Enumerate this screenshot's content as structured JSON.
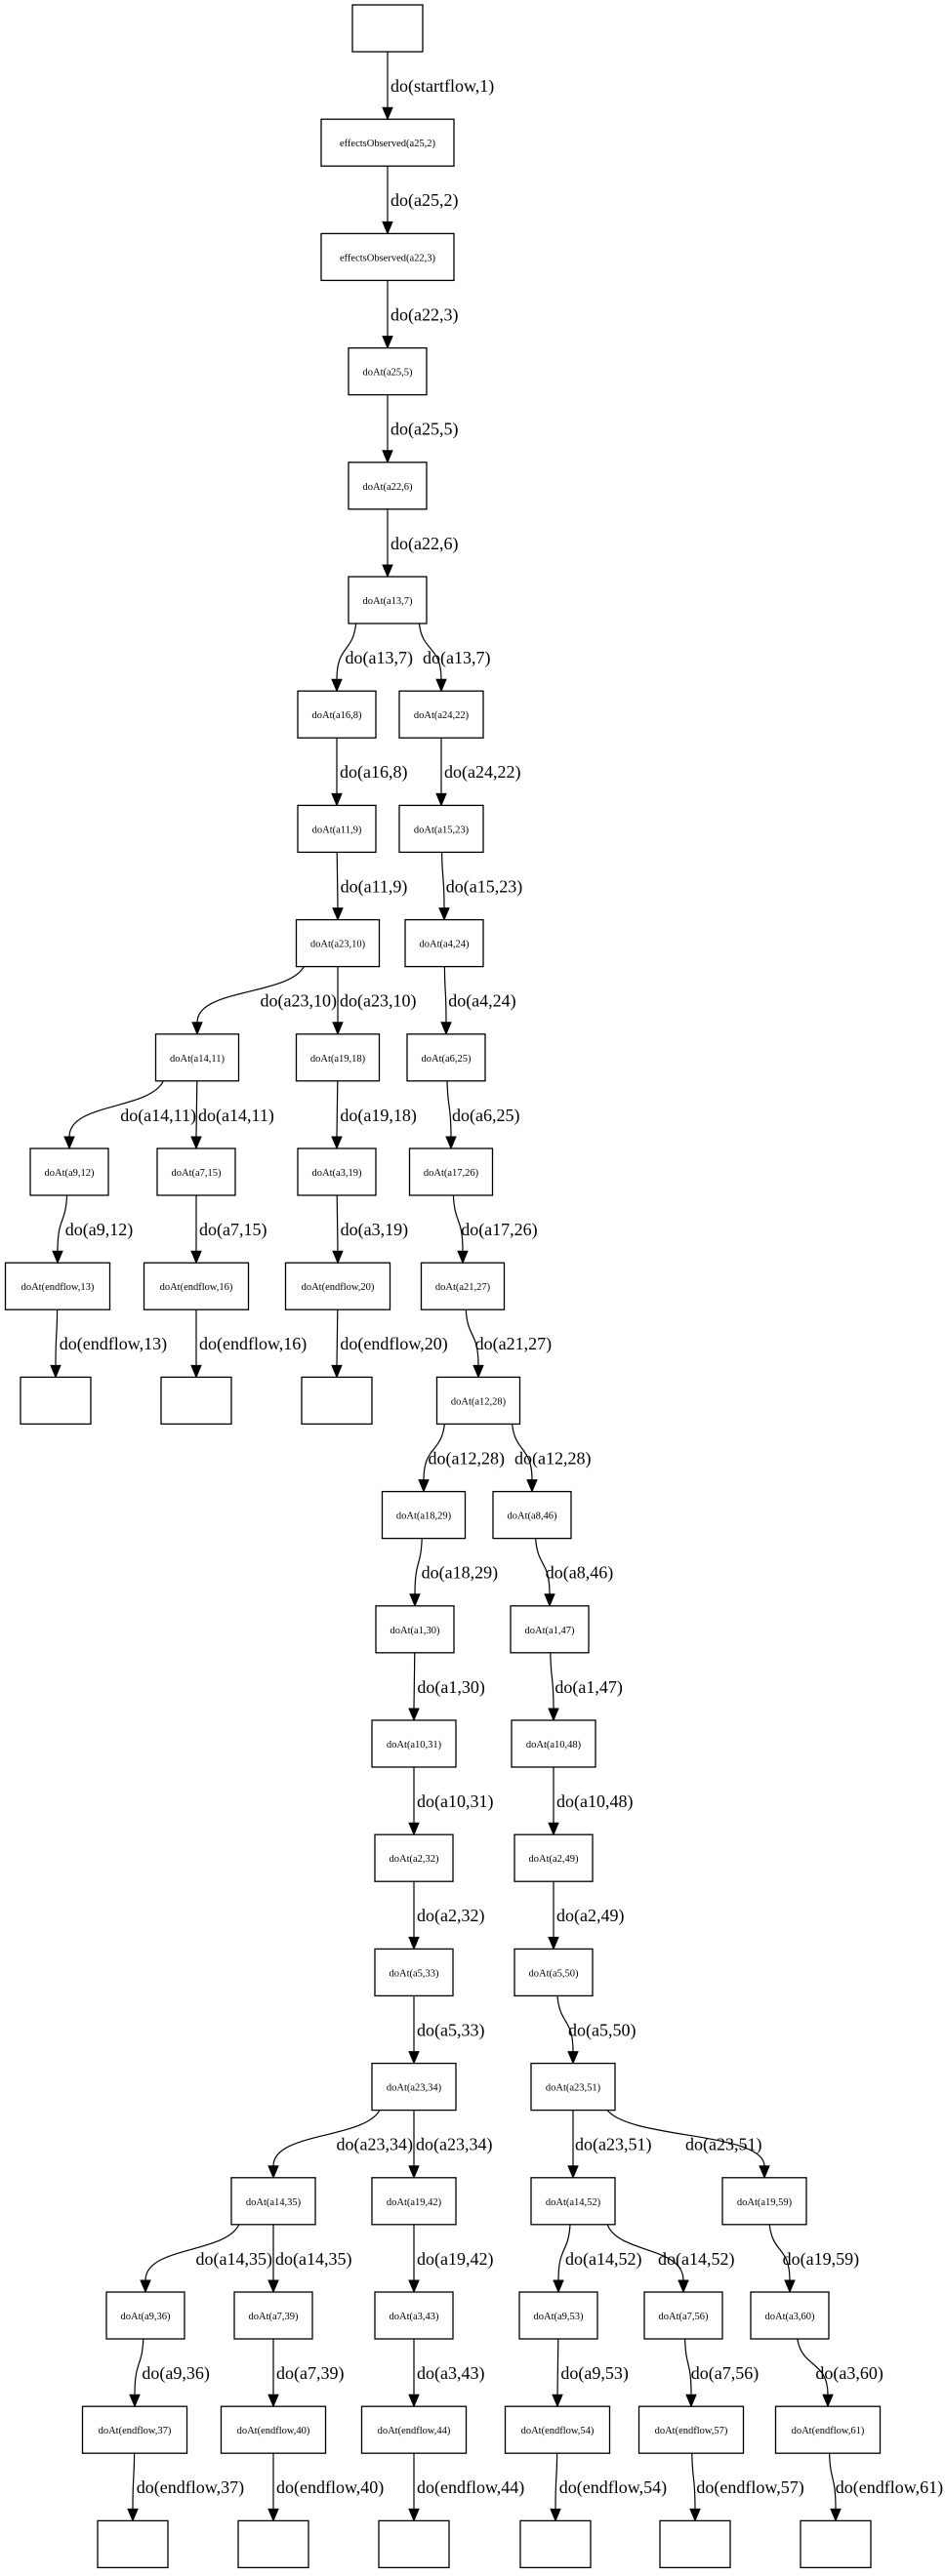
{
  "diagram": {
    "type": "tree",
    "nodes": [
      {
        "id": "n0",
        "label": ""
      },
      {
        "id": "n1",
        "label": "effectsObserved(a25,2)"
      },
      {
        "id": "n2",
        "label": "effectsObserved(a22,3)"
      },
      {
        "id": "n3",
        "label": "doAt(a25,5)"
      },
      {
        "id": "n4",
        "label": "doAt(a22,6)"
      },
      {
        "id": "n5",
        "label": "doAt(a13,7)"
      },
      {
        "id": "n6",
        "label": "doAt(a16,8)"
      },
      {
        "id": "n7",
        "label": "doAt(a11,9)"
      },
      {
        "id": "n8",
        "label": "doAt(a23,10)"
      },
      {
        "id": "n9",
        "label": "doAt(a14,11)"
      },
      {
        "id": "n10",
        "label": "doAt(a9,12)"
      },
      {
        "id": "n11",
        "label": "doAt(endflow,13)"
      },
      {
        "id": "n12",
        "label": ""
      },
      {
        "id": "n13",
        "label": "doAt(a7,15)"
      },
      {
        "id": "n14",
        "label": "doAt(endflow,16)"
      },
      {
        "id": "n15",
        "label": ""
      },
      {
        "id": "n16",
        "label": "doAt(a19,18)"
      },
      {
        "id": "n17",
        "label": "doAt(a3,19)"
      },
      {
        "id": "n18",
        "label": "doAt(endflow,20)"
      },
      {
        "id": "n19",
        "label": ""
      },
      {
        "id": "n20",
        "label": "doAt(a24,22)"
      },
      {
        "id": "n21",
        "label": "doAt(a15,23)"
      },
      {
        "id": "n22",
        "label": "doAt(a4,24)"
      },
      {
        "id": "n23",
        "label": "doAt(a6,25)"
      },
      {
        "id": "n24",
        "label": "doAt(a17,26)"
      },
      {
        "id": "n25",
        "label": "doAt(a21,27)"
      },
      {
        "id": "n26",
        "label": "doAt(a12,28)"
      },
      {
        "id": "n27",
        "label": "doAt(a18,29)"
      },
      {
        "id": "n28",
        "label": "doAt(a1,30)"
      },
      {
        "id": "n29",
        "label": "doAt(a10,31)"
      },
      {
        "id": "n30",
        "label": "doAt(a2,32)"
      },
      {
        "id": "n31",
        "label": "doAt(a5,33)"
      },
      {
        "id": "n32",
        "label": "doAt(a23,34)"
      },
      {
        "id": "n33",
        "label": "doAt(a14,35)"
      },
      {
        "id": "n34",
        "label": "doAt(a9,36)"
      },
      {
        "id": "n35",
        "label": "doAt(endflow,37)"
      },
      {
        "id": "n36",
        "label": ""
      },
      {
        "id": "n37",
        "label": "doAt(a7,39)"
      },
      {
        "id": "n38",
        "label": "doAt(endflow,40)"
      },
      {
        "id": "n39",
        "label": ""
      },
      {
        "id": "n40",
        "label": "doAt(a19,42)"
      },
      {
        "id": "n41",
        "label": "doAt(a3,43)"
      },
      {
        "id": "n42",
        "label": "doAt(endflow,44)"
      },
      {
        "id": "n43",
        "label": ""
      },
      {
        "id": "n44",
        "label": "doAt(a8,46)"
      },
      {
        "id": "n45",
        "label": "doAt(a1,47)"
      },
      {
        "id": "n46",
        "label": "doAt(a10,48)"
      },
      {
        "id": "n47",
        "label": "doAt(a2,49)"
      },
      {
        "id": "n48",
        "label": "doAt(a5,50)"
      },
      {
        "id": "n49",
        "label": "doAt(a23,51)"
      },
      {
        "id": "n50",
        "label": "doAt(a14,52)"
      },
      {
        "id": "n51",
        "label": "doAt(a9,53)"
      },
      {
        "id": "n52",
        "label": "doAt(endflow,54)"
      },
      {
        "id": "n53",
        "label": ""
      },
      {
        "id": "n54",
        "label": "doAt(a7,56)"
      },
      {
        "id": "n55",
        "label": "doAt(endflow,57)"
      },
      {
        "id": "n56",
        "label": ""
      },
      {
        "id": "n57",
        "label": "doAt(a19,59)"
      },
      {
        "id": "n58",
        "label": "doAt(a3,60)"
      },
      {
        "id": "n59",
        "label": "doAt(endflow,61)"
      },
      {
        "id": "n60",
        "label": ""
      }
    ],
    "edges": [
      {
        "from": "n0",
        "to": "n1",
        "label": "do(startflow,1)"
      },
      {
        "from": "n1",
        "to": "n2",
        "label": "do(a25,2)"
      },
      {
        "from": "n2",
        "to": "n3",
        "label": "do(a22,3)"
      },
      {
        "from": "n3",
        "to": "n4",
        "label": "do(a25,5)"
      },
      {
        "from": "n4",
        "to": "n5",
        "label": "do(a22,6)"
      },
      {
        "from": "n5",
        "to": "n6",
        "label": "do(a13,7)"
      },
      {
        "from": "n5",
        "to": "n20",
        "label": "do(a13,7)"
      },
      {
        "from": "n6",
        "to": "n7",
        "label": "do(a16,8)"
      },
      {
        "from": "n7",
        "to": "n8",
        "label": "do(a11,9)"
      },
      {
        "from": "n8",
        "to": "n9",
        "label": "do(a23,10)"
      },
      {
        "from": "n8",
        "to": "n16",
        "label": "do(a23,10)"
      },
      {
        "from": "n9",
        "to": "n10",
        "label": "do(a14,11)"
      },
      {
        "from": "n9",
        "to": "n13",
        "label": "do(a14,11)"
      },
      {
        "from": "n10",
        "to": "n11",
        "label": "do(a9,12)"
      },
      {
        "from": "n11",
        "to": "n12",
        "label": "do(endflow,13)"
      },
      {
        "from": "n13",
        "to": "n14",
        "label": "do(a7,15)"
      },
      {
        "from": "n14",
        "to": "n15",
        "label": "do(endflow,16)"
      },
      {
        "from": "n16",
        "to": "n17",
        "label": "do(a19,18)"
      },
      {
        "from": "n17",
        "to": "n18",
        "label": "do(a3,19)"
      },
      {
        "from": "n18",
        "to": "n19",
        "label": "do(endflow,20)"
      },
      {
        "from": "n20",
        "to": "n21",
        "label": "do(a24,22)"
      },
      {
        "from": "n21",
        "to": "n22",
        "label": "do(a15,23)"
      },
      {
        "from": "n22",
        "to": "n23",
        "label": "do(a4,24)"
      },
      {
        "from": "n23",
        "to": "n24",
        "label": "do(a6,25)"
      },
      {
        "from": "n24",
        "to": "n25",
        "label": "do(a17,26)"
      },
      {
        "from": "n25",
        "to": "n26",
        "label": "do(a21,27)"
      },
      {
        "from": "n26",
        "to": "n27",
        "label": "do(a12,28)"
      },
      {
        "from": "n26",
        "to": "n44",
        "label": "do(a12,28)"
      },
      {
        "from": "n27",
        "to": "n28",
        "label": "do(a18,29)"
      },
      {
        "from": "n28",
        "to": "n29",
        "label": "do(a1,30)"
      },
      {
        "from": "n29",
        "to": "n30",
        "label": "do(a10,31)"
      },
      {
        "from": "n30",
        "to": "n31",
        "label": "do(a2,32)"
      },
      {
        "from": "n31",
        "to": "n32",
        "label": "do(a5,33)"
      },
      {
        "from": "n32",
        "to": "n33",
        "label": "do(a23,34)"
      },
      {
        "from": "n32",
        "to": "n40",
        "label": "do(a23,34)"
      },
      {
        "from": "n33",
        "to": "n34",
        "label": "do(a14,35)"
      },
      {
        "from": "n33",
        "to": "n37",
        "label": "do(a14,35)"
      },
      {
        "from": "n34",
        "to": "n35",
        "label": "do(a9,36)"
      },
      {
        "from": "n35",
        "to": "n36",
        "label": "do(endflow,37)"
      },
      {
        "from": "n37",
        "to": "n38",
        "label": "do(a7,39)"
      },
      {
        "from": "n38",
        "to": "n39",
        "label": "do(endflow,40)"
      },
      {
        "from": "n40",
        "to": "n41",
        "label": "do(a19,42)"
      },
      {
        "from": "n41",
        "to": "n42",
        "label": "do(a3,43)"
      },
      {
        "from": "n42",
        "to": "n43",
        "label": "do(endflow,44)"
      },
      {
        "from": "n44",
        "to": "n45",
        "label": "do(a8,46)"
      },
      {
        "from": "n45",
        "to": "n46",
        "label": "do(a1,47)"
      },
      {
        "from": "n46",
        "to": "n47",
        "label": "do(a10,48)"
      },
      {
        "from": "n47",
        "to": "n48",
        "label": "do(a2,49)"
      },
      {
        "from": "n48",
        "to": "n49",
        "label": "do(a5,50)"
      },
      {
        "from": "n49",
        "to": "n50",
        "label": "do(a23,51)"
      },
      {
        "from": "n49",
        "to": "n57",
        "label": "do(a23,51)"
      },
      {
        "from": "n50",
        "to": "n51",
        "label": "do(a14,52)"
      },
      {
        "from": "n50",
        "to": "n54",
        "label": "do(a14,52)"
      },
      {
        "from": "n51",
        "to": "n52",
        "label": "do(a9,53)"
      },
      {
        "from": "n52",
        "to": "n53",
        "label": "do(endflow,54)"
      },
      {
        "from": "n54",
        "to": "n55",
        "label": "do(a7,56)"
      },
      {
        "from": "n55",
        "to": "n56",
        "label": "do(endflow,57)"
      },
      {
        "from": "n57",
        "to": "n58",
        "label": "do(a19,59)"
      },
      {
        "from": "n58",
        "to": "n59",
        "label": "do(a3,60)"
      },
      {
        "from": "n59",
        "to": "n60",
        "label": "do(endflow,61)"
      }
    ]
  }
}
